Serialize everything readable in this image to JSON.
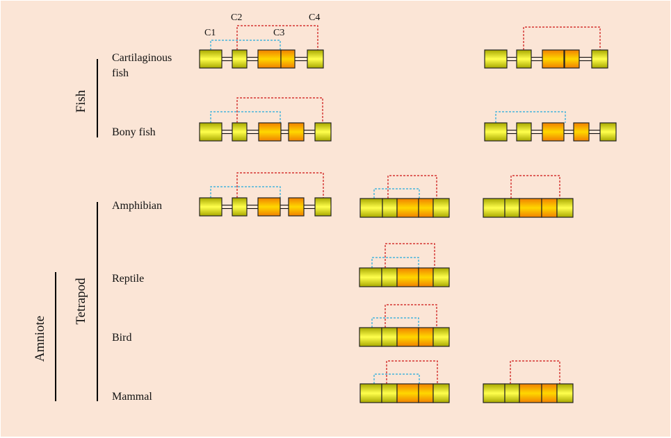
{
  "colors": {
    "background": "#fbe5d6",
    "exon_yellow_light": "#ffff4d",
    "exon_yellow_dark": "#a8a800",
    "exon_orange_light": "#ffd700",
    "exon_orange_dark": "#f08000",
    "bond_blue": "#22aadd",
    "bond_red": "#cc1111"
  },
  "codon_labels": [
    "C1",
    "C2",
    "C3",
    "C4"
  ],
  "rows": [
    {
      "key": "cartilaginous",
      "label_lines": [
        "Cartilaginous",
        "fish"
      ]
    },
    {
      "key": "bony",
      "label_lines": [
        "Bony fish"
      ]
    },
    {
      "key": "amphibian",
      "label_lines": [
        "Amphibian"
      ]
    },
    {
      "key": "reptile",
      "label_lines": [
        "Reptile"
      ]
    },
    {
      "key": "bird",
      "label_lines": [
        "Bird"
      ]
    },
    {
      "key": "mammal",
      "label_lines": [
        "Mammal"
      ]
    }
  ],
  "groups": [
    {
      "key": "fish",
      "label": "Fish"
    },
    {
      "key": "tetrapod",
      "label": "Tetrapod"
    },
    {
      "key": "amniote",
      "label": "Amniote"
    }
  ],
  "icon": "exon-intron-gene-structure-diagram"
}
